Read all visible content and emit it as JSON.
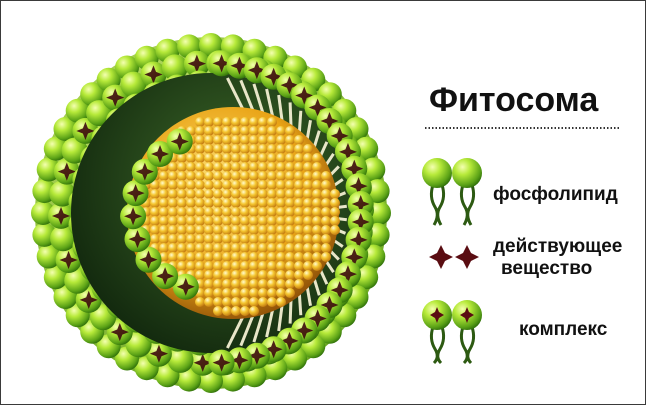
{
  "title": "Фитосома",
  "legend": [
    {
      "icon": "phospholipid-icon",
      "label_lines": [
        "фосфолипид"
      ]
    },
    {
      "icon": "active-substance-icon",
      "label_lines": [
        "действующее",
        "вещество"
      ]
    },
    {
      "icon": "complex-icon",
      "label_lines": [
        "комплекс"
      ]
    }
  ],
  "colors": {
    "head_light": "#e6ff7a",
    "head_mid": "#8fd12a",
    "head_dark": "#2e6e0a",
    "core_light": "#fff4a0",
    "core_mid": "#f2b21c",
    "core_dark": "#8a4a06",
    "star": "#5a0d12",
    "interior": "#1d3a18",
    "tail": "#e8e6c8",
    "text": "#111111"
  }
}
